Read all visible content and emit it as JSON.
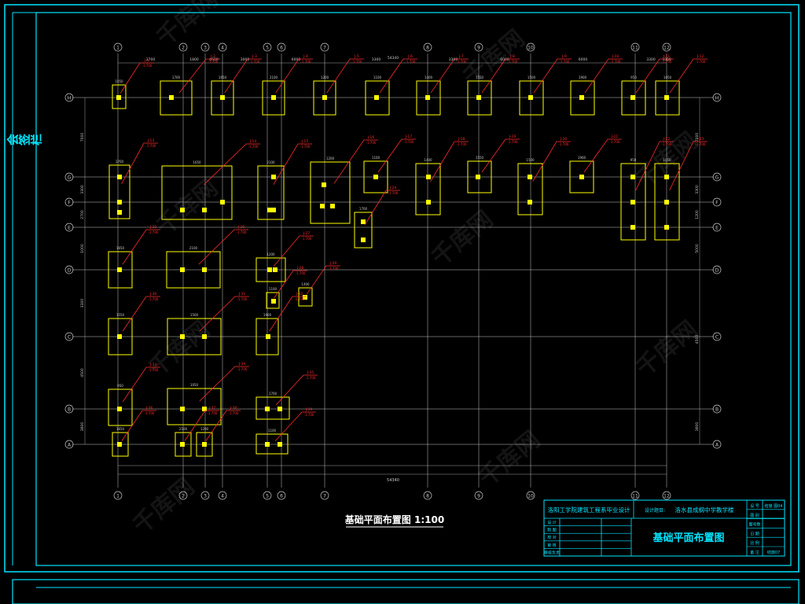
{
  "side_label": "会签栏",
  "drawing_title": "基础平面布置图 1:100",
  "title_block": {
    "school": "洛阳工学院建筑工程系毕业设计",
    "project_label": "设计题目:",
    "project": "洛水县成纲中学教学楼",
    "drawing_name": "基础平面布置图",
    "left_rows": [
      "设 计",
      "制 图",
      "校 对",
      "审 核",
      "审核负责"
    ],
    "right_rows": [
      [
        "设 号",
        "结施 图04"
      ],
      [
        "图 别",
        ""
      ],
      [
        "图号数",
        ""
      ],
      [
        "日 期",
        ""
      ],
      [
        "比 例",
        ""
      ],
      [
        "备 注",
        "结施07"
      ]
    ]
  },
  "axes": {
    "vertical": [
      "1",
      "2",
      "3",
      "4",
      "5",
      "6",
      "7",
      "8",
      "9",
      "10",
      "11",
      "12"
    ],
    "horizontal": [
      "H",
      "G",
      "F",
      "E",
      "D",
      "C",
      "B",
      "A"
    ]
  },
  "dimensions": {
    "top": [
      "2700",
      "1800",
      "4500",
      "3000",
      "6000",
      "3300",
      "3300",
      "6000",
      "6000",
      "3300",
      "3300"
    ],
    "total": "54340",
    "bottom_overall": "54340",
    "left": [
      "7000",
      "3300",
      "2700",
      "1000",
      "3300",
      "4500",
      "3600"
    ],
    "right": [
      "7000",
      "3300",
      "1200",
      "5000",
      "4500",
      "3600"
    ],
    "small": [
      "1050",
      "1700",
      "1650",
      "2100",
      "1200",
      "1100",
      "1400",
      "1550",
      "1500",
      "1900",
      "950"
    ]
  },
  "labels": {
    "footing_tag": "J-",
    "elevation": "-1.700"
  },
  "watermark": "千库网",
  "colors": {
    "frame": "#00e5ff",
    "grid": "#c8c8c8",
    "footing": "#ffff00",
    "leader": "#ff2a2a",
    "title": "#ffffff"
  }
}
